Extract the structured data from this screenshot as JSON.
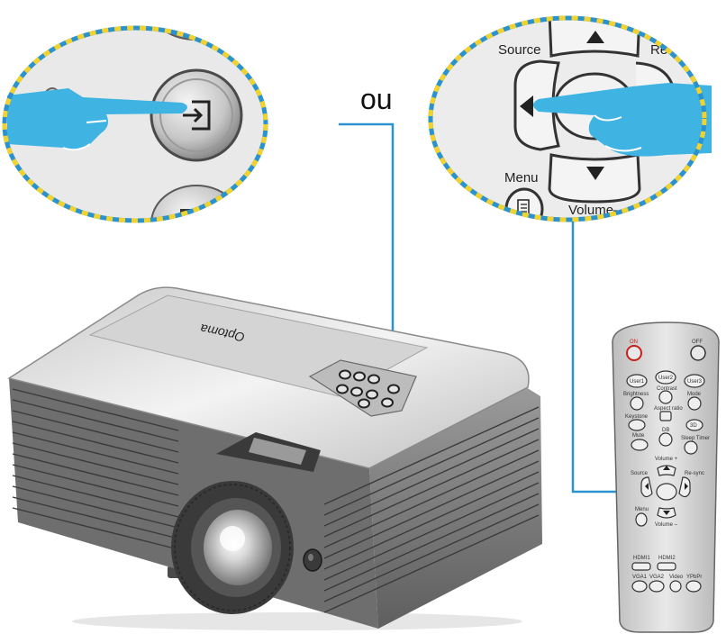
{
  "connector_word": "ou",
  "colors": {
    "pointer": "#3fb4e3",
    "callout_fill": "#e8e8e8",
    "callout_dash_a": "#f2d22f",
    "callout_dash_b": "#2a93cf",
    "leader": "#2a93cf",
    "power_red": "#c8201b"
  },
  "projector": {
    "brand": "Optoma"
  },
  "left_callout": {
    "center_button_icon": "source-input-icon"
  },
  "right_callout": {
    "source_label": "Source",
    "resync_label": "Re-s",
    "menu_label": "Menu",
    "volume_label": "Volume–"
  },
  "remote": {
    "on": "ON",
    "off": "OFF",
    "user1": "User1",
    "user2": "User2",
    "user3": "User3",
    "contrast": "Contrast",
    "brightness": "Brightness",
    "mode": "Mode",
    "aspect": "Aspect ratio",
    "keystone": "Keystone",
    "three_d": "3D",
    "db": "DB",
    "mute": "Mute",
    "sleep": "Sleep Timer",
    "volume_plus": "Volume +",
    "source": "Source",
    "resync": "Re-sync",
    "menu": "Menu",
    "volume_minus": "Volume –",
    "hdmi1": "HDMI1",
    "hdmi2": "HDMI2",
    "vga1": "VGA1",
    "vga2": "VGA2",
    "video": "Video",
    "ypbpr": "YPbPr"
  }
}
